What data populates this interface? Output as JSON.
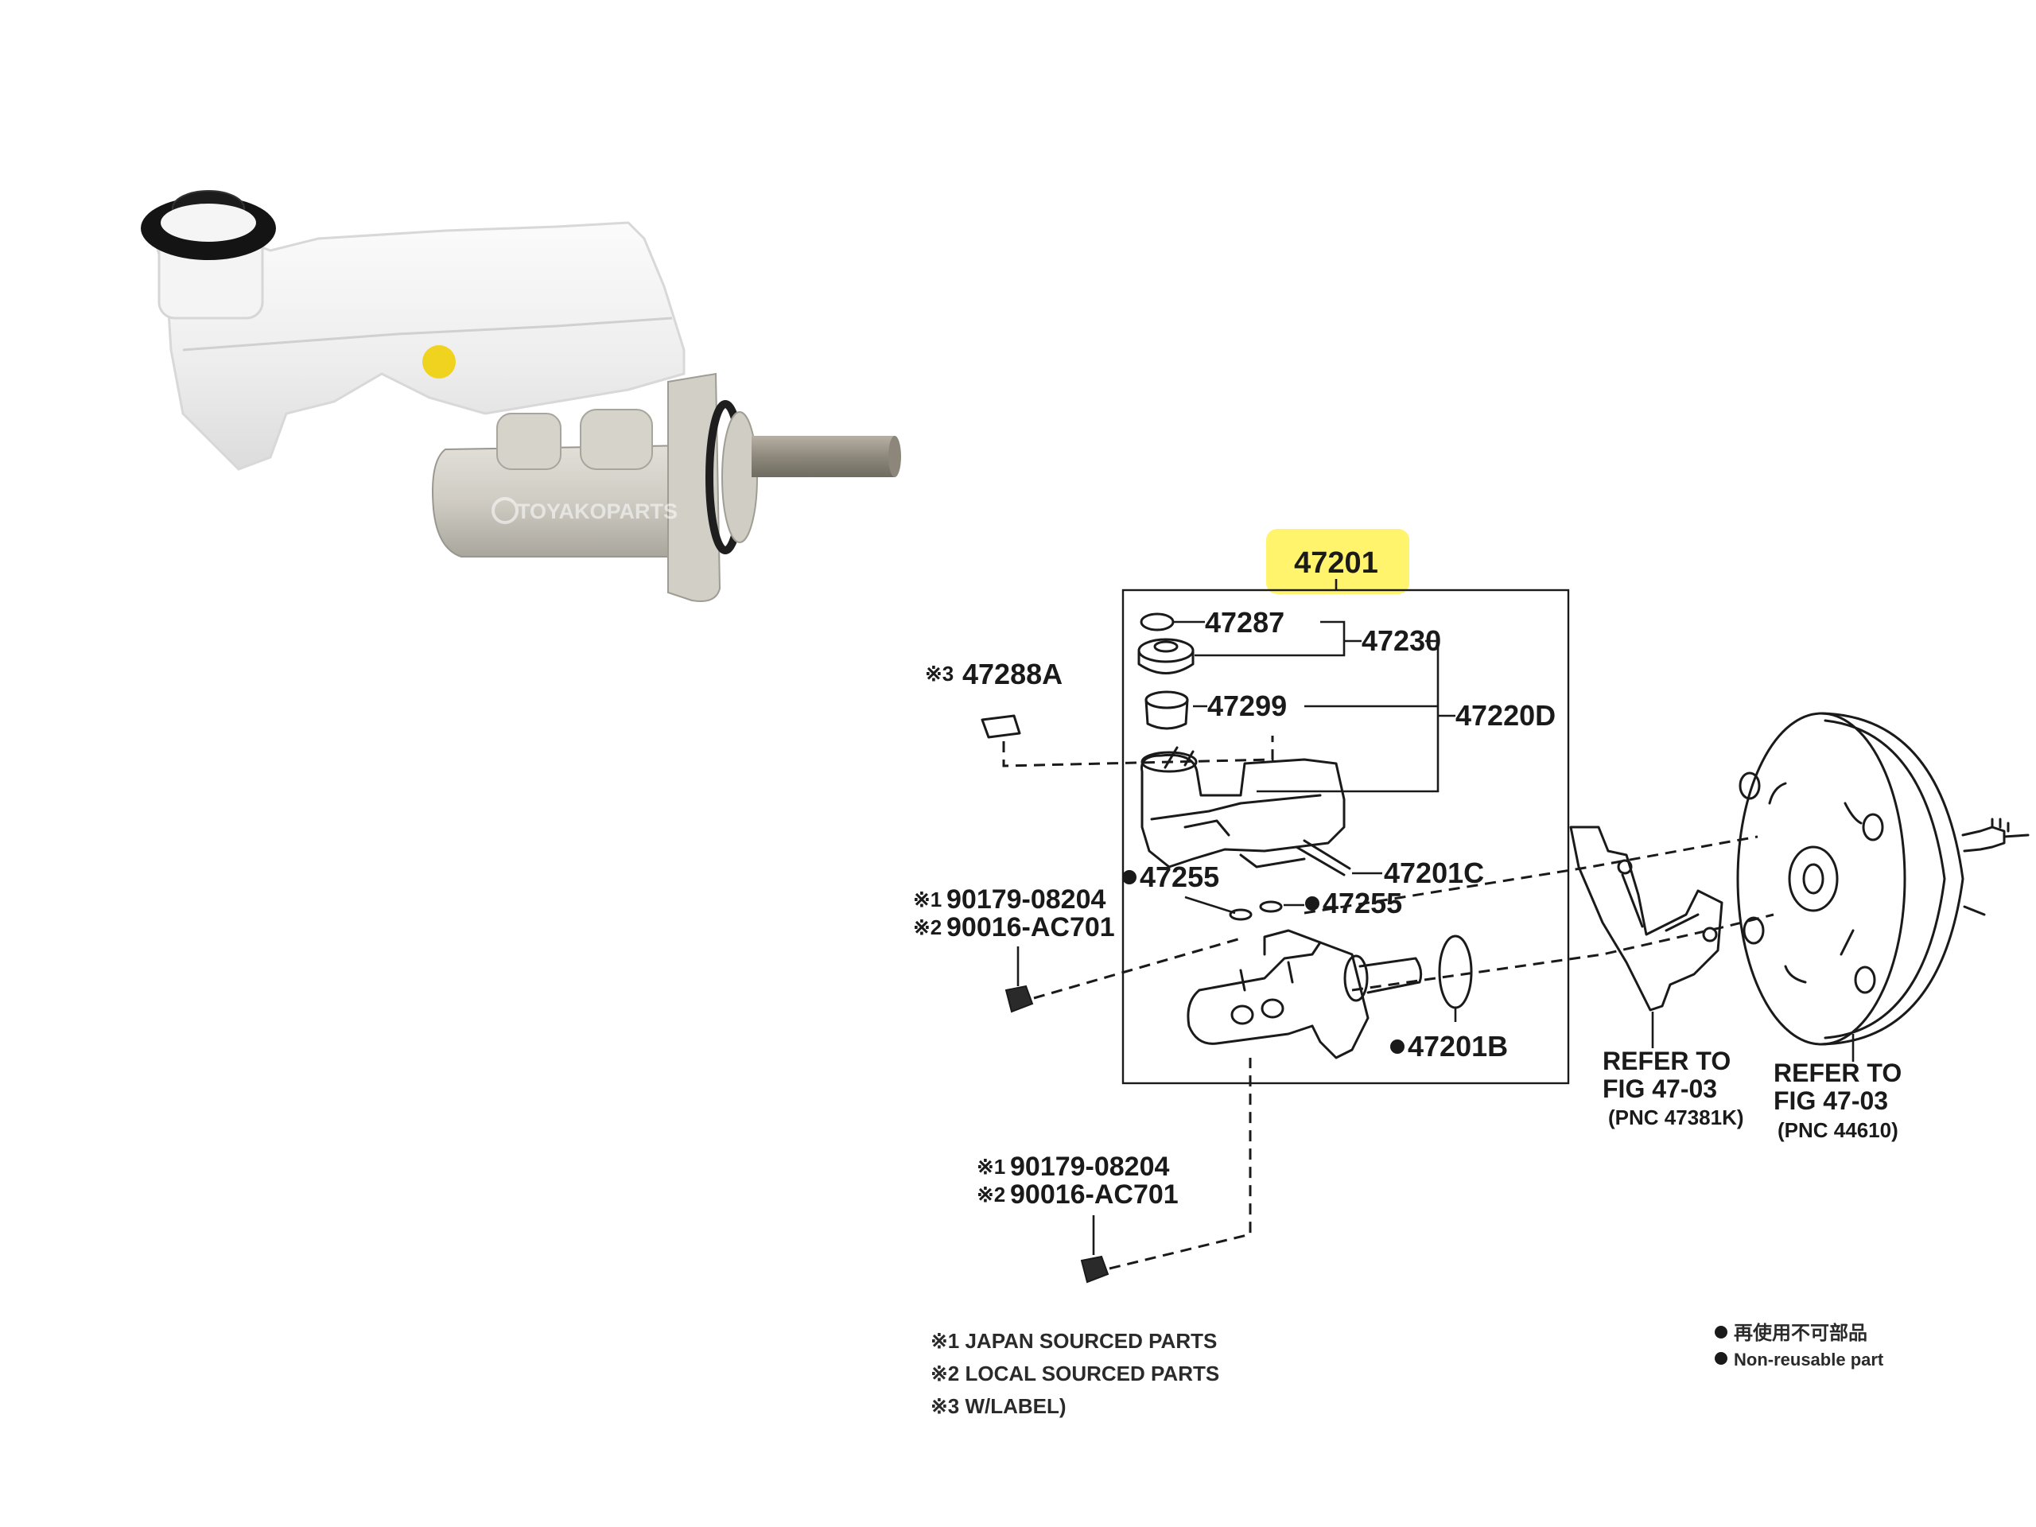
{
  "photo": {
    "watermark": "TOYAKOPARTS"
  },
  "diagram": {
    "highlight_part": "47201",
    "highlight_color": "#fff35c",
    "parts": {
      "p47287": "47287",
      "p47230": "47230",
      "p47299": "47299",
      "p47220D": "47220D",
      "p47288A": "47288A",
      "p47201C": "47201C",
      "p47255a": "47255",
      "p47255b": "47255",
      "p47201B": "47201B"
    },
    "source_marks": {
      "m1": "※1",
      "m2": "※2",
      "m3": "※3"
    },
    "bolt_upper": {
      "line1": "90179-08204",
      "line2": "90016-AC701"
    },
    "bolt_lower": {
      "line1": "90179-08204",
      "line2": "90016-AC701"
    },
    "refer_bracket": {
      "line1": "REFER TO",
      "line2": "FIG 47-03",
      "line3": "(PNC 47381K)"
    },
    "refer_booster": {
      "line1": "REFER TO",
      "line2": "FIG 47-03",
      "line3": "(PNC 44610)"
    },
    "notes": {
      "n1": "※1 JAPAN SOURCED PARTS",
      "n2": "※2 LOCAL SOURCED PARTS",
      "n3": "※3 W/LABEL)"
    },
    "legend": {
      "jp": "再使用不可部品",
      "en": "Non-reusable part"
    }
  }
}
